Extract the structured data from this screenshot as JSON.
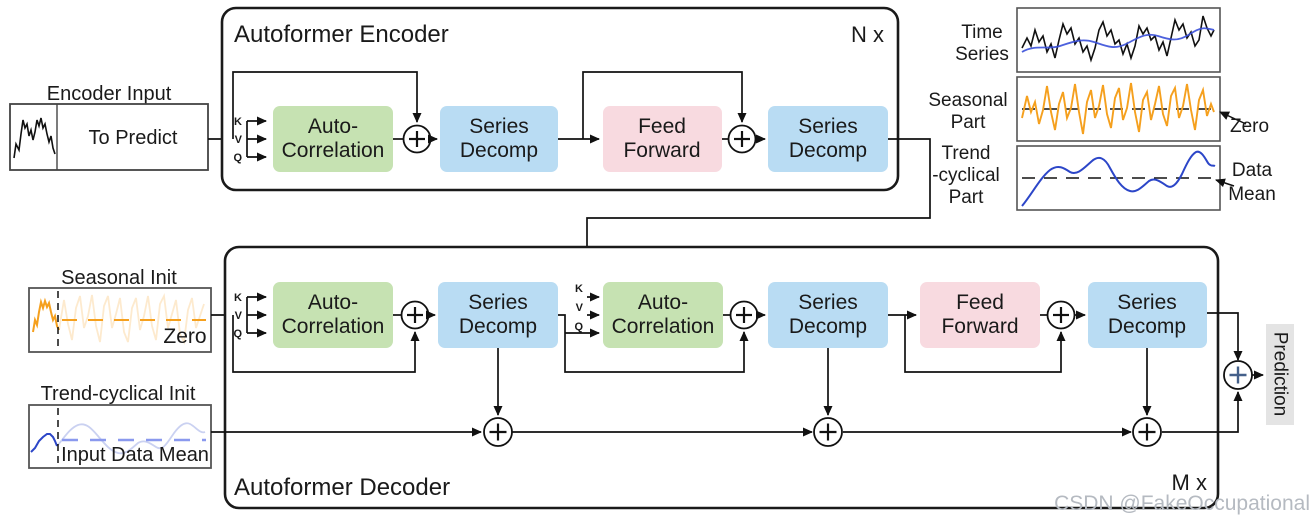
{
  "encoder_input": {
    "label": "Encoder Input",
    "value": "To Predict"
  },
  "encoder": {
    "title": "Autoformer Encoder",
    "repeat": "N x"
  },
  "decoder": {
    "title": "Autoformer Decoder",
    "repeat": "M x"
  },
  "blocks": {
    "auto_correlation": {
      "line1": "Auto-",
      "line2": "Correlation"
    },
    "series_decomp": {
      "line1": "Series",
      "line2": "Decomp"
    },
    "feed_forward": {
      "line1": "Feed",
      "line2": "Forward"
    }
  },
  "qkv": {
    "k": "K",
    "v": "V",
    "q": "Q"
  },
  "seasonal_init": {
    "label": "Seasonal Init",
    "annotation": "Zero"
  },
  "trend_init": {
    "label": "Trend-cyclical Init",
    "annotation": "Input Data Mean"
  },
  "legend": {
    "time_series": {
      "line1": "Time",
      "line2": "Series"
    },
    "seasonal": {
      "line1": "Seasonal",
      "line2": "Part",
      "annotation": "Zero"
    },
    "trend": {
      "line1": "Trend",
      "line2": "-cyclical",
      "line3": "Part",
      "annotation_line1": "Data",
      "annotation_line2": "Mean"
    }
  },
  "prediction": {
    "label": "Prediction"
  },
  "watermark": "CSDN @FakeOccupational",
  "colors": {
    "auto_correlation_fill": "#c6e2b2",
    "series_decomp_fill": "#b9dcf3",
    "feed_forward_fill": "#f8dae0",
    "seasonal_orange": "#f5a01e",
    "trend_blue": "#2c46c8",
    "annotation_blue": "#2b3caf",
    "prediction_bg": "#e4e4e4",
    "line_black": "#111111",
    "watermark_gray": "#b5bac1"
  }
}
